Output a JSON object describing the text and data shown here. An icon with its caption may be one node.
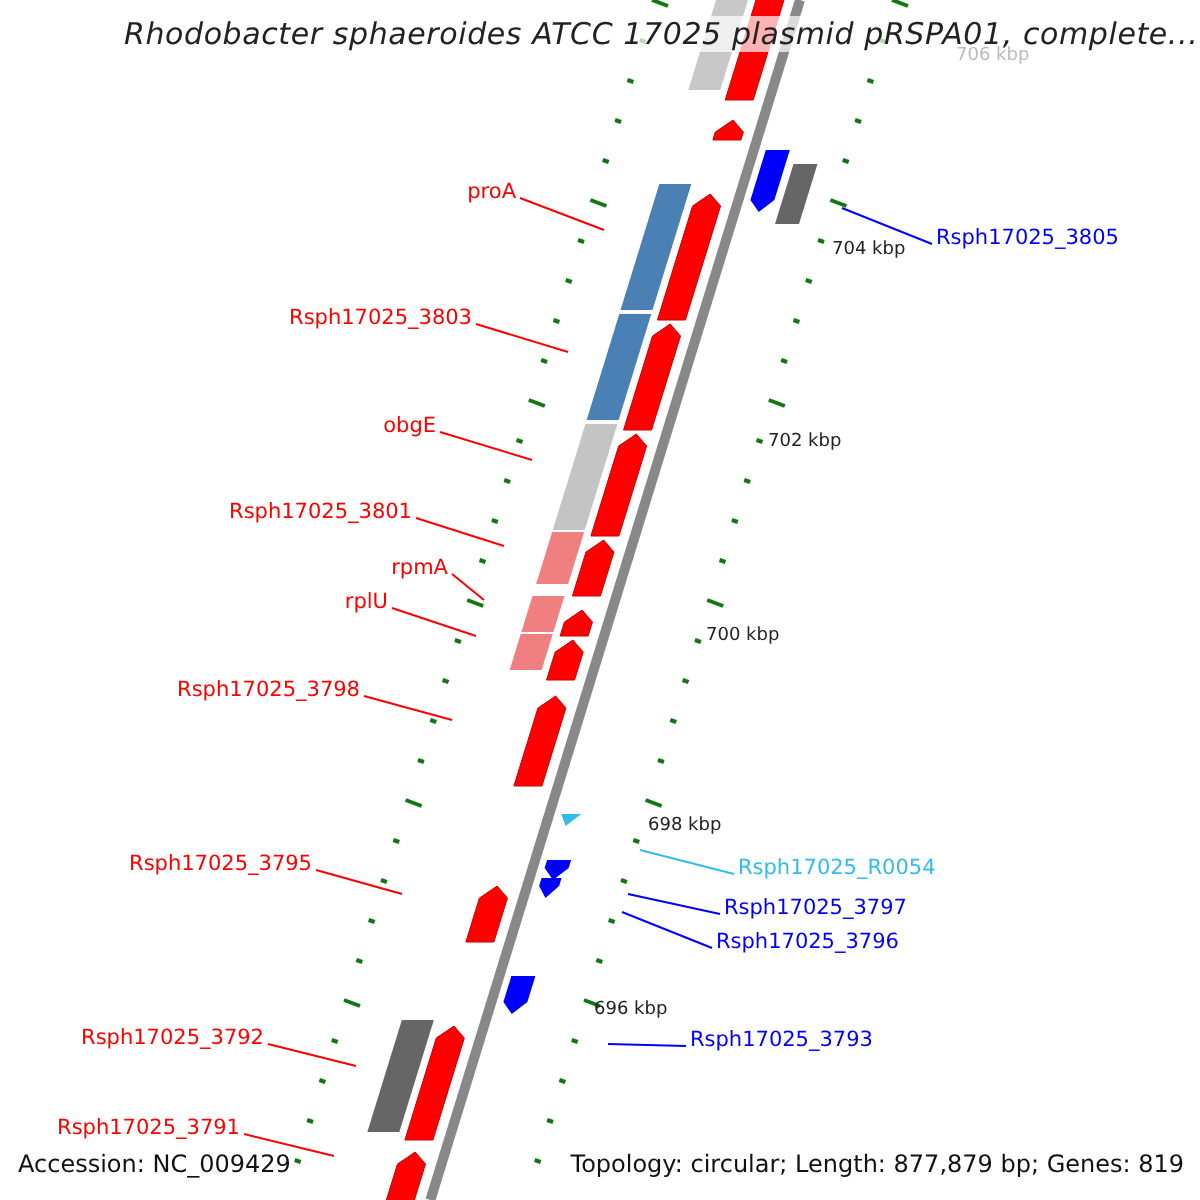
{
  "diagram": {
    "title": "Rhodobacter sphaeroides ATCC 17025 plasmid pRSPA01, complete...",
    "nodes": [
      {
        "text": [
          "proA"
        ]
      },
      {
        "text": [
          "Rsph17025_3803"
        ]
      },
      {
        "text": [
          "obgE"
        ]
      },
      {
        "text": [
          "Rsph17025_3801"
        ]
      },
      {
        "text": [
          "rpmA"
        ]
      },
      {
        "text": [
          "rplU"
        ]
      },
      {
        "text": [
          "Rsph17025_3798"
        ]
      },
      {
        "text": [
          "Rsph17025_3795"
        ]
      },
      {
        "text": [
          "Rsph17025_3792"
        ]
      },
      {
        "text": [
          "Rsph17025_3791"
        ]
      },
      {
        "text": [
          "Rsph17025_3805"
        ]
      },
      {
        "text": [
          "Rsph17025_R0054"
        ]
      },
      {
        "text": [
          "Rsph17025_3797"
        ]
      },
      {
        "text": [
          "Rsph17025_3796"
        ]
      },
      {
        "text": [
          "Rsph17025_3793"
        ]
      }
    ],
    "edges": [
      {
        "from": 0,
        "to": null,
        "arrow": "none"
      },
      {
        "from": 1,
        "to": null,
        "arrow": "none"
      },
      {
        "from": 2,
        "to": null,
        "arrow": "none"
      },
      {
        "from": 3,
        "to": null,
        "arrow": "none"
      },
      {
        "from": 4,
        "to": null,
        "arrow": "none"
      },
      {
        "from": 5,
        "to": null,
        "arrow": "none"
      },
      {
        "from": 6,
        "to": null,
        "arrow": "none"
      },
      {
        "from": 7,
        "to": null,
        "arrow": "none"
      },
      {
        "from": 8,
        "to": null,
        "arrow": "none"
      },
      {
        "from": 9,
        "to": null,
        "arrow": "none"
      },
      {
        "from": 10,
        "to": null,
        "arrow": "none",
        "color": "#0000ff"
      },
      {
        "from": 11,
        "to": null,
        "arrow": "none",
        "color": "#33bbee"
      },
      {
        "from": 12,
        "to": null,
        "arrow": "none",
        "color": "#0000ff"
      },
      {
        "from": 13,
        "to": null,
        "arrow": "none",
        "color": "#0000ff"
      },
      {
        "from": 14,
        "to": null,
        "arrow": "none",
        "color": "#0000ff"
      }
    ],
    "labels": [
      "706 kbp",
      "704 kbp",
      "702 kbp",
      "700 kbp",
      "698 kbp",
      "696 kbp",
      "Accession: NC_009429",
      "Topology: circular; Length: 877,879 bp; Genes: 819"
    ]
  }
}
